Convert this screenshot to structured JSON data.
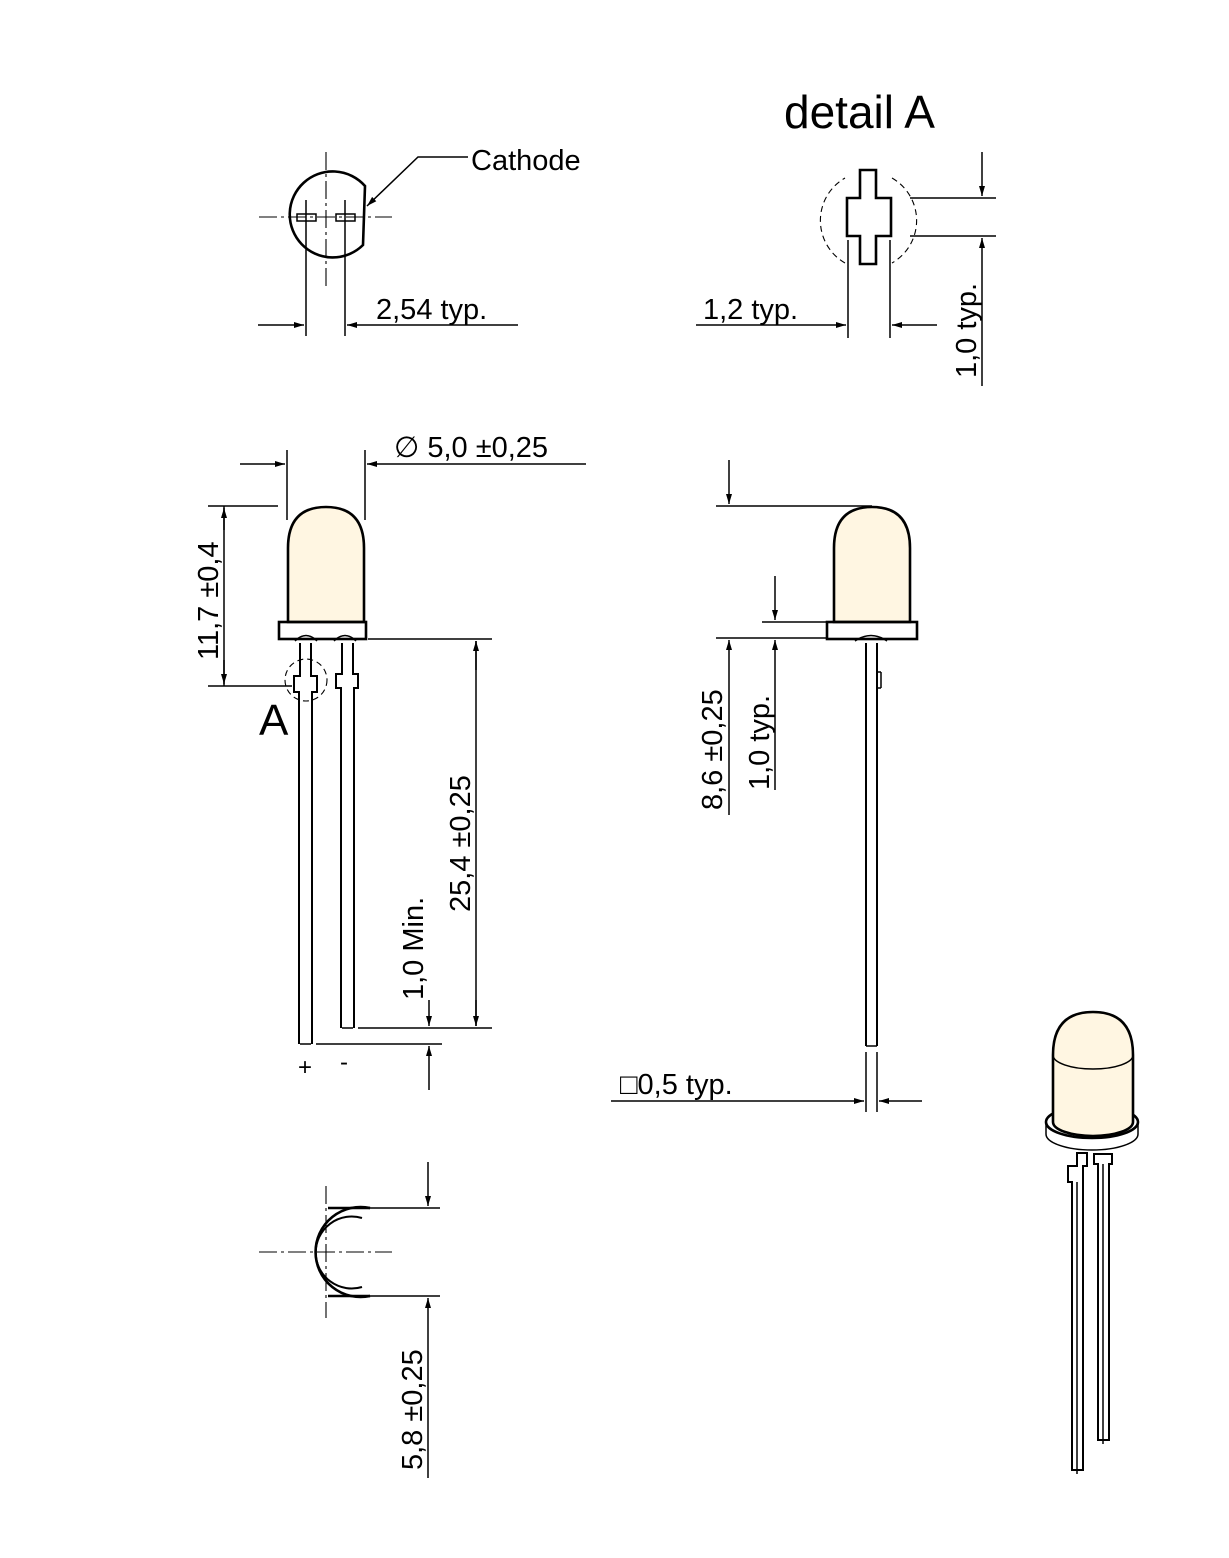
{
  "drawing": {
    "detail_title": "detail A",
    "detail_ref": "A",
    "labels": {
      "cathode": "Cathode",
      "pitch": "2,54  typ.",
      "detail_width": "1,2  typ.",
      "detail_height": "1,0  typ.",
      "diameter": "∅  5,0  ±0,25",
      "height": "11,7 ±0,4",
      "lead_length": "25,4 ±0,25",
      "lead_min": "1,0  Min.",
      "flange_height": "8,6 ±0,25",
      "flange_thickness": "1,0  typ.",
      "lead_square": "□0,5 typ.",
      "flange_diameter": "5,8 ±0,25",
      "plus": "+",
      "minus": "-"
    }
  }
}
